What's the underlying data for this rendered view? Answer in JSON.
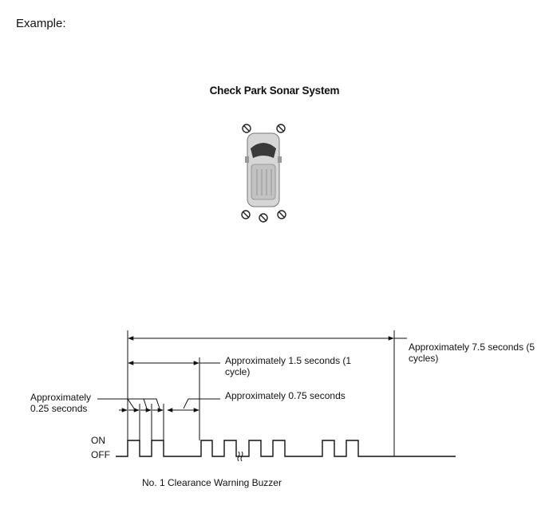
{
  "header": {
    "example_label": "Example:"
  },
  "figure": {
    "title": "Check Park Sonar System",
    "sensor_icon": "sensor-off-icon",
    "vehicle_icon": "vehicle-top-view-icon"
  },
  "timing": {
    "total_label": "Approximately 7.5 seconds (5 cycles)",
    "cycle_label": "Approximately 1.5 seconds (1 cycle)",
    "on_off_label": "Approximately 0.25 seconds",
    "off_period_label": "Approximately 0.75 seconds",
    "on_label": "ON",
    "off_label": "OFF",
    "caption": "No. 1 Clearance Warning Buzzer"
  }
}
